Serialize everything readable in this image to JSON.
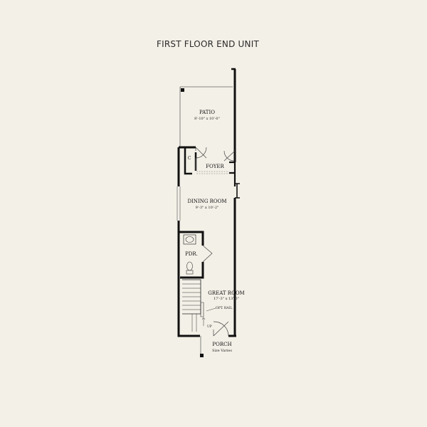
{
  "title": "FIRST FLOOR END UNIT",
  "rooms": {
    "patio": {
      "label": "PATIO",
      "dimensions": "8'-10\" x 10'-0\""
    },
    "closet": {
      "label": "C"
    },
    "foyer": {
      "label": "FOYER"
    },
    "dining_room": {
      "label": "DINING ROOM",
      "dimensions": "9'-3\" x 10'-2\""
    },
    "powder_room": {
      "label": "PDR."
    },
    "great_room": {
      "label": "GREAT ROOM",
      "dimensions": "17'-3\" x 13'-0\""
    },
    "porch": {
      "label": "PORCH",
      "dimensions": "Size Varies"
    }
  },
  "annotations": {
    "opt_rail": "OPT. RAIL",
    "stair_up": "UP"
  },
  "colors": {
    "background": "#f3f0e7",
    "wall": "#111111",
    "thin_line": "#555555"
  }
}
